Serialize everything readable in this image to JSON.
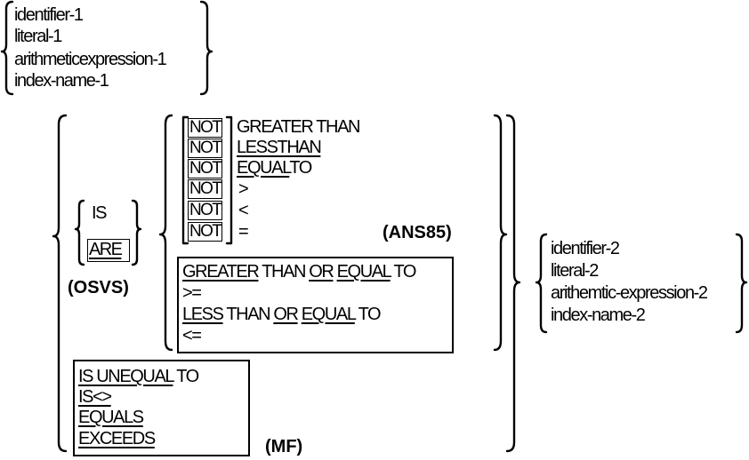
{
  "operand1": [
    "identifier-1",
    "literal-1",
    "arithmeticexpression-1",
    "index-name-1"
  ],
  "is_are": {
    "is": "IS",
    "are": "ARE"
  },
  "osvs": "(OSVS)",
  "not_label": "NOT",
  "relations": {
    "greater": {
      "word": "GREATER",
      "rest": "THAN"
    },
    "less": {
      "word": "LESSTHAN"
    },
    "equal": {
      "word": "EQUAL",
      "rest": "TO"
    },
    "gt": ">",
    "lt": "<",
    "eq": "="
  },
  "ans85": "(ANS85)",
  "ans_box": {
    "ge_greater": "GREATER",
    "ge_than": "THAN",
    "ge_or": "OR",
    "ge_equal": "EQUAL",
    "ge_to": "TO",
    "ge_symbol": ">=",
    "le_less": "LESS",
    "le_than": "THAN",
    "le_or": "OR",
    "le_equal": "EQUAL",
    "le_to": "TO",
    "le_symbol": "<="
  },
  "mf_box": {
    "l1_word": "IS UNEQUAL",
    "l1_rest": "TO",
    "l2": "IS<>",
    "l3": "EQUALS",
    "l4": "EXCEEDS"
  },
  "mf": "(MF)",
  "operand2": [
    "identifier-2",
    "literal-2",
    "arithemtic-expression-2",
    "index-name-2"
  ]
}
